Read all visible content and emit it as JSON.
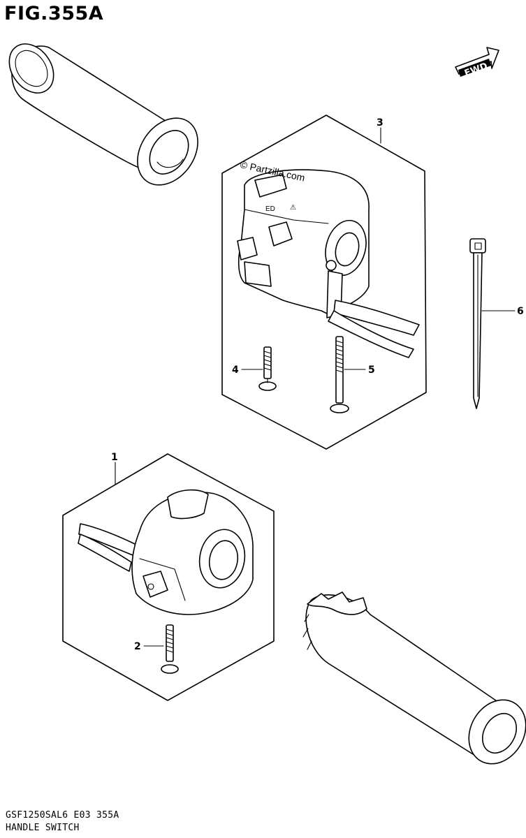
{
  "figure": {
    "title": "FIG.355A",
    "direction_label": "FWD",
    "watermark": "© Partzilla.com"
  },
  "callouts": [
    {
      "id": "1",
      "label": "1"
    },
    {
      "id": "2",
      "label": "2"
    },
    {
      "id": "3",
      "label": "3"
    },
    {
      "id": "4",
      "label": "4"
    },
    {
      "id": "5",
      "label": "5"
    },
    {
      "id": "6",
      "label": "6"
    }
  ],
  "footer": {
    "model_code": "GSF1250SAL6  E03  355A",
    "section_name": "HANDLE SWITCH"
  }
}
